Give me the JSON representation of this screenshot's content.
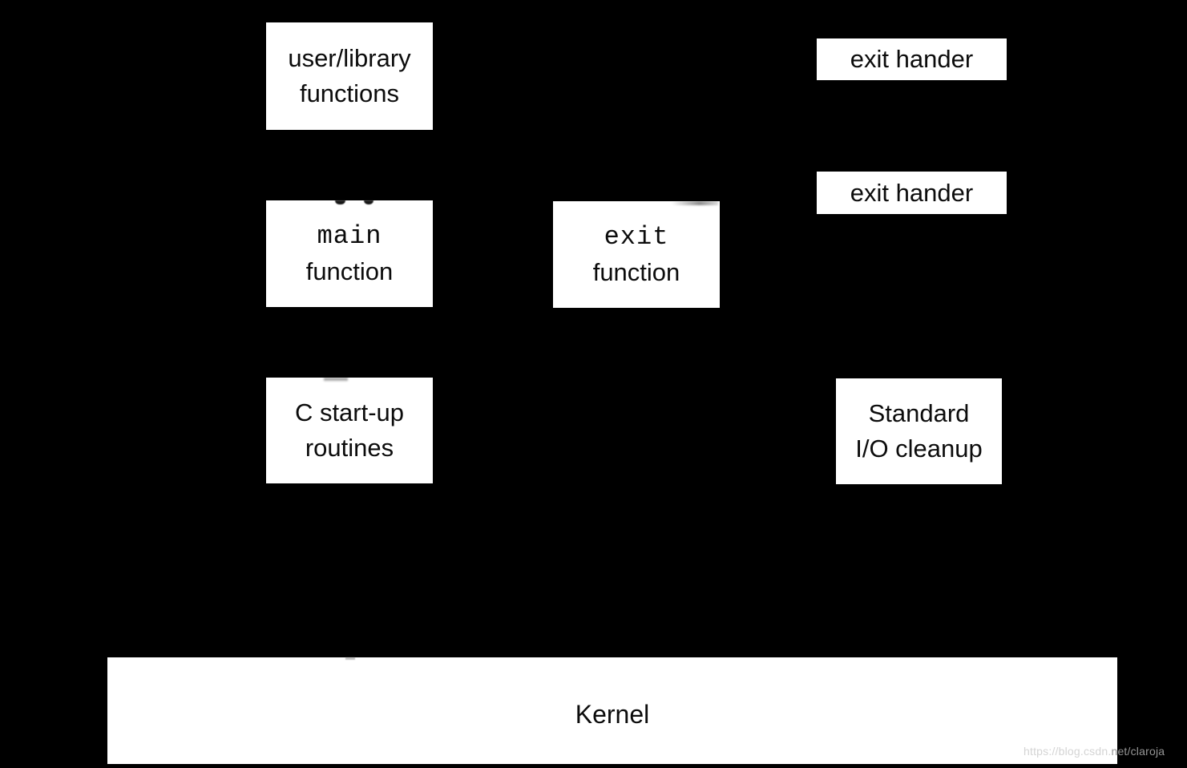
{
  "colors": {
    "background": "#000000",
    "box_fill": "#ffffff",
    "box_text": "#0c0c0c",
    "watermark_on_box": "#d4d4d4",
    "watermark_on_background": "#969696"
  },
  "boxes": {
    "user_library": {
      "line1": "user/library",
      "line2": "functions"
    },
    "main_fn": {
      "line1": "main",
      "line2": "function"
    },
    "exit_fn": {
      "line1": "exit",
      "line2": "function"
    },
    "exit_handler_top": {
      "label": "exit hander"
    },
    "exit_handler_middle": {
      "label": "exit hander"
    },
    "c_startup": {
      "line1": "C start-up",
      "line2": "routines"
    },
    "stdio_cleanup": {
      "line1": "Standard",
      "line2": "I/O cleanup"
    },
    "kernel": {
      "label": "Kernel"
    }
  },
  "watermark": {
    "segment_on_box": "https://blog.csdn.",
    "segment_on_background": "net/claroja"
  }
}
